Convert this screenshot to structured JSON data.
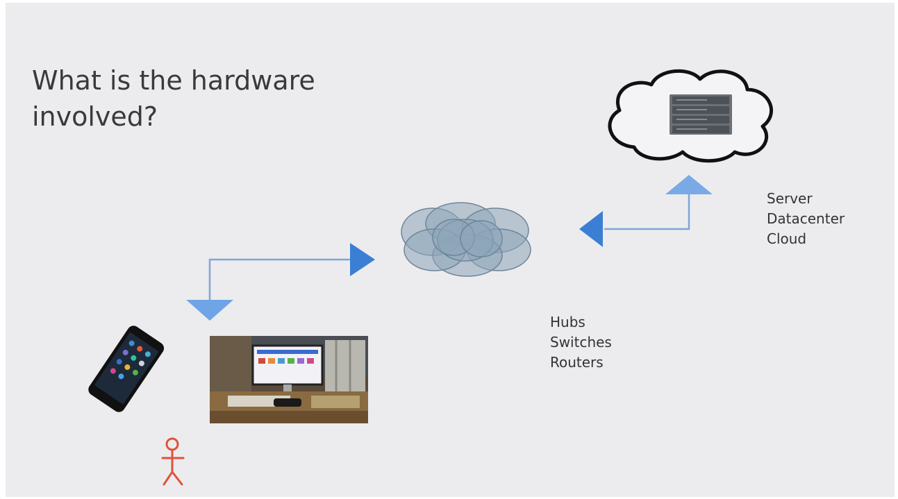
{
  "slide": {
    "title_line1": "What is the hardware",
    "title_line2": "involved?"
  },
  "server_labels": [
    "Server",
    "Datacenter",
    "Cloud"
  ],
  "network_labels": [
    "Hubs",
    "Switches",
    "Routers"
  ],
  "colors": {
    "background": "#ececee",
    "arrow": "#3b7fd4",
    "arrow_light": "#6fa4e6",
    "connector": "#7ea6d8",
    "network_cloud": "#8aa1b5",
    "stick_figure": "#e0523a"
  },
  "icons": [
    "cloud-server-icon",
    "network-cloud-icon",
    "smartphone-icon",
    "desktop-computer-photo",
    "stick-figure-icon"
  ]
}
